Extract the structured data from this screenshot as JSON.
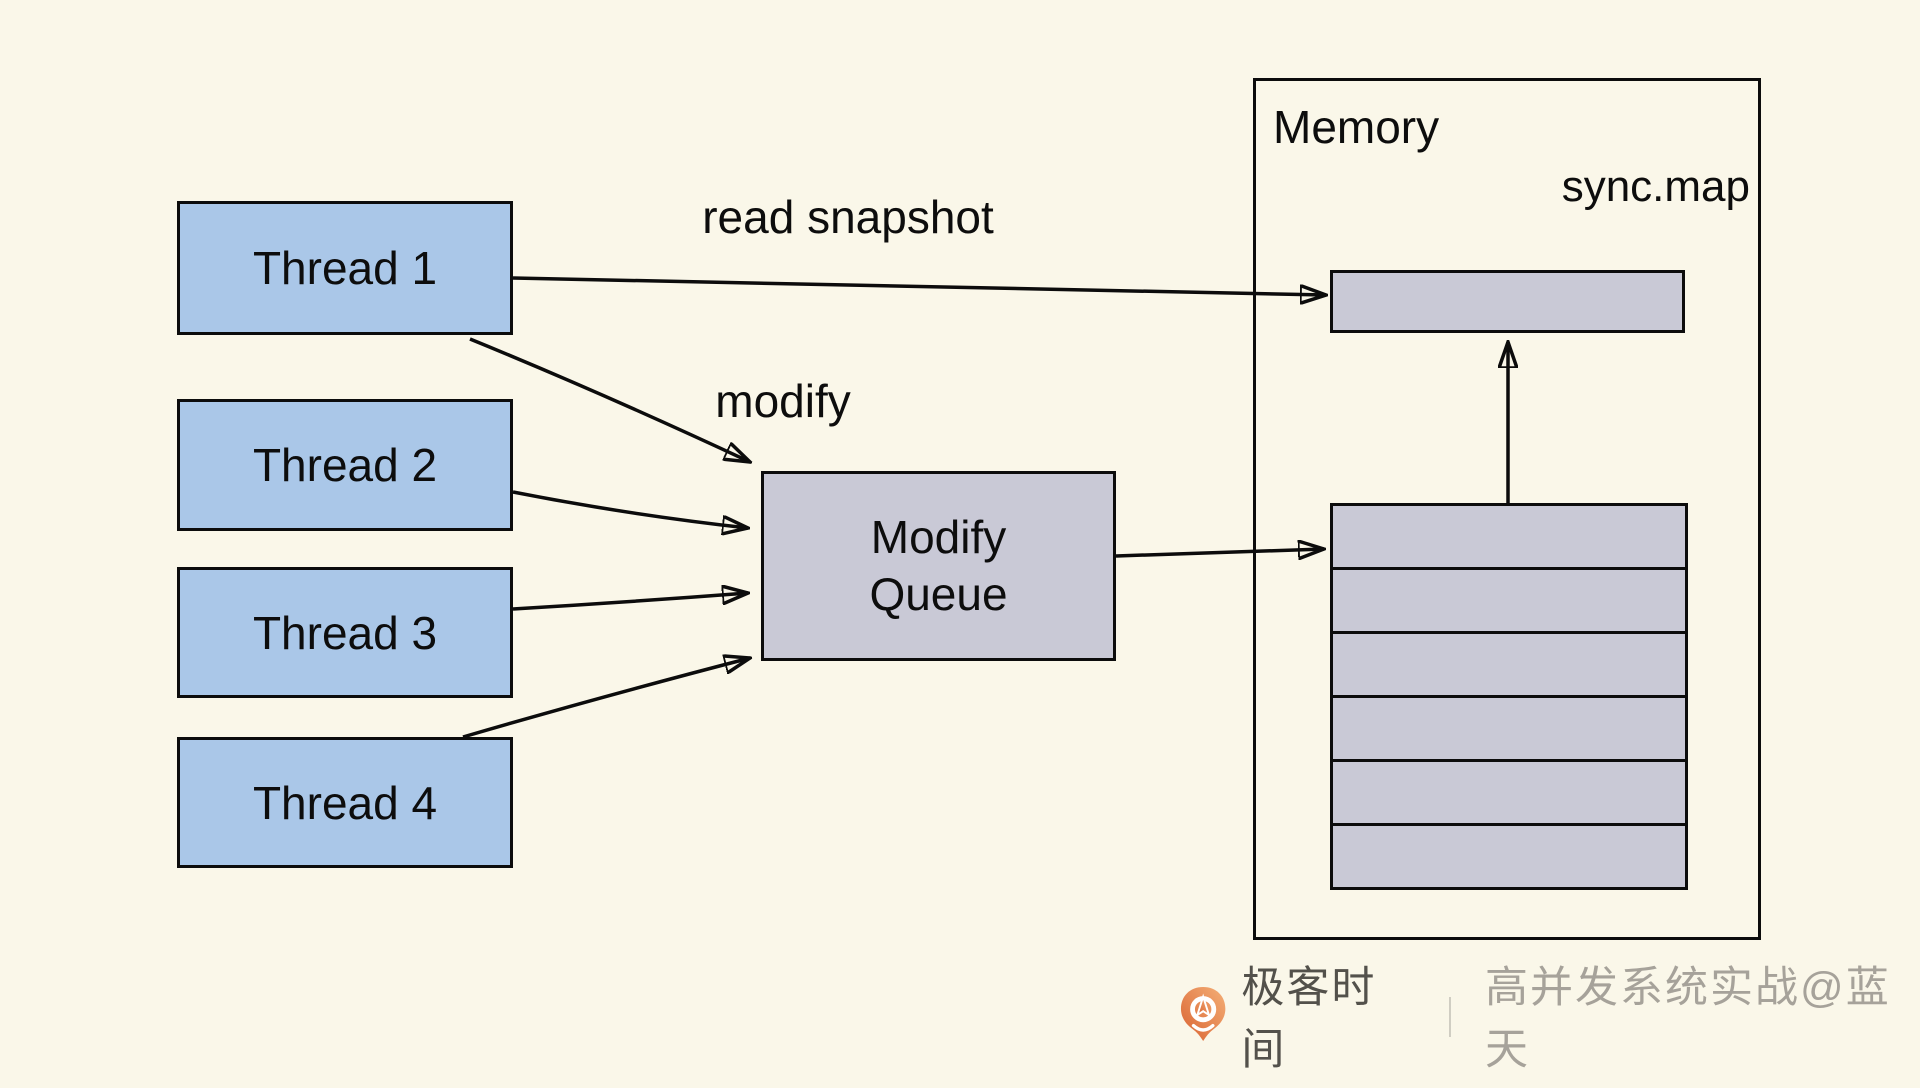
{
  "colors": {
    "background": "#faf7e9",
    "thread_fill": "#aac7e8",
    "queue_fill": "#c9c9d6",
    "stroke": "#0c0c0c",
    "logo_orange": "#e07a42",
    "brand_text": "#53514b",
    "course_text": "#a6a29a",
    "divider_text": "#c9c6bc"
  },
  "threads": [
    {
      "label": "Thread 1"
    },
    {
      "label": "Thread 2"
    },
    {
      "label": "Thread 3"
    },
    {
      "label": "Thread 4"
    }
  ],
  "queue": {
    "label_line1": "Modify",
    "label_line2": "Queue"
  },
  "memory": {
    "title": "Memory",
    "map_label": "sync.map",
    "queue_slots": 6
  },
  "labels": {
    "read_arrow": "read snapshot",
    "modify_arrow": "modify"
  },
  "footer": {
    "brand": "极客时间",
    "divider": "｜",
    "course": "高并发系统实战@蓝天"
  }
}
